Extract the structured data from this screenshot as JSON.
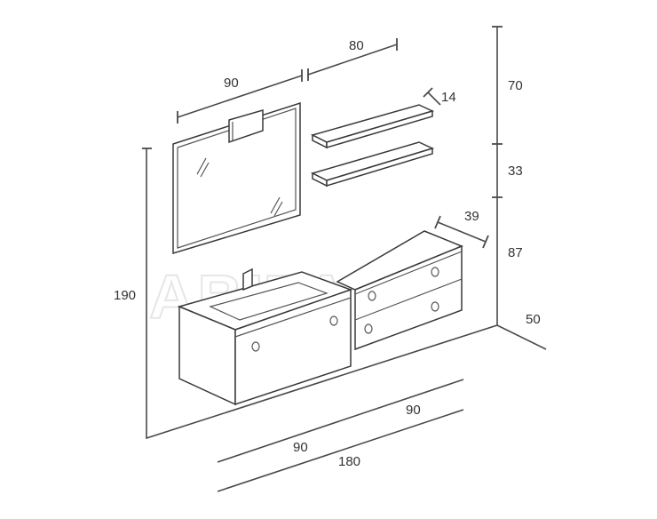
{
  "watermark": "ABITANT",
  "dimensions": {
    "mirror_width": "90",
    "shelf_width": "80",
    "shelf_depth": "14",
    "top_height": "70",
    "middle_height": "33",
    "lower_height": "87",
    "wall_depth": "50",
    "overall_height": "190",
    "top_depth": "39",
    "right_unit_width": "90",
    "left_unit_width": "90",
    "total_width": "180"
  }
}
